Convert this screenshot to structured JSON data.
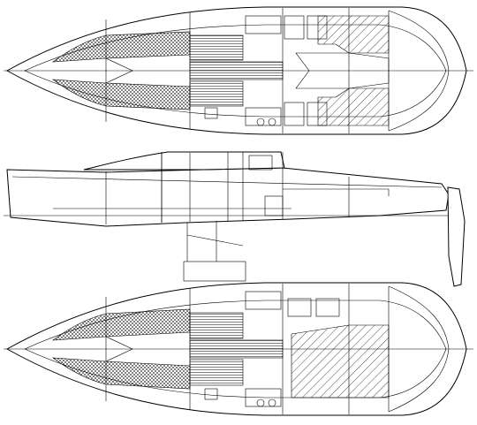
{
  "drawing": {
    "views": [
      {
        "id": "plan-top"
      },
      {
        "id": "profile"
      },
      {
        "id": "plan-bottom"
      }
    ]
  }
}
